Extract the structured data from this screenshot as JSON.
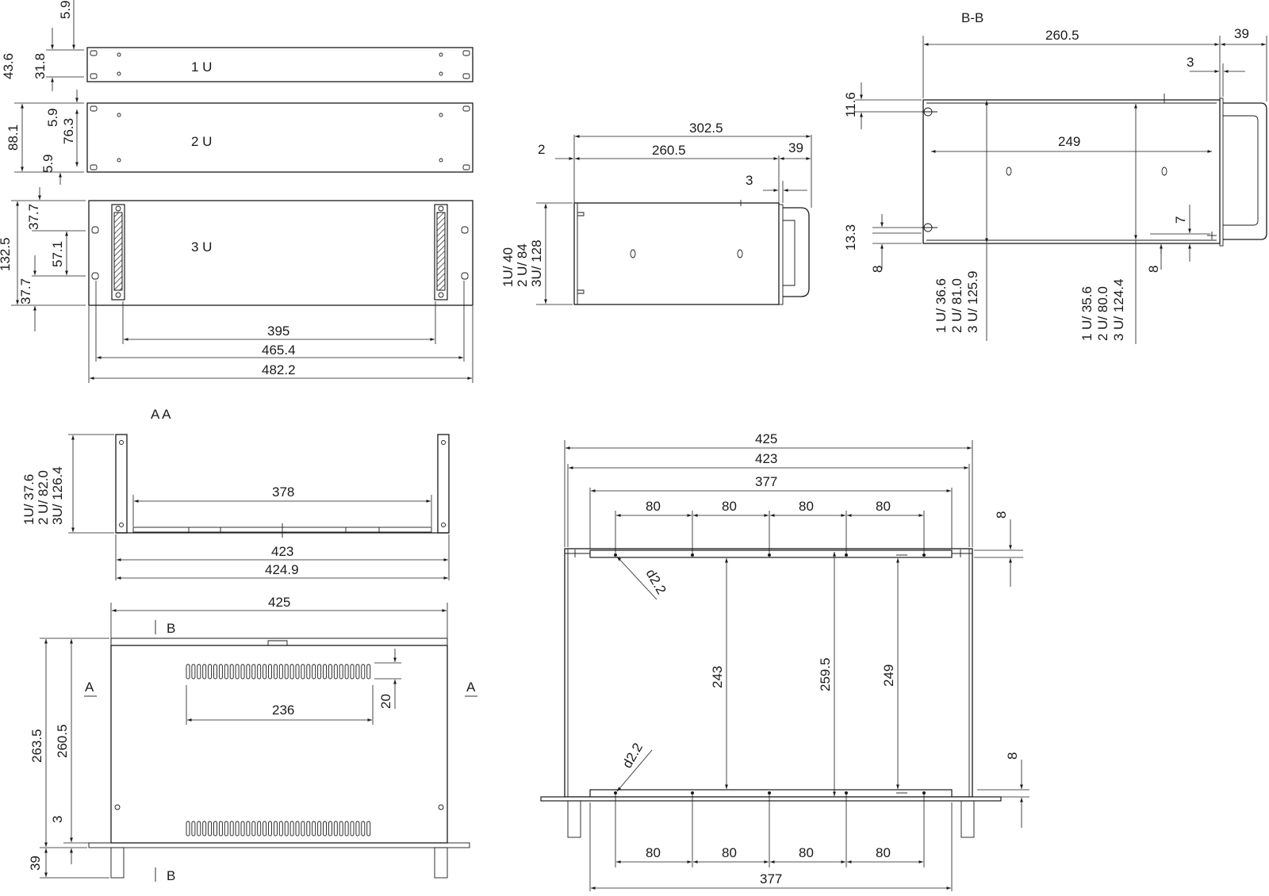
{
  "front_views": {
    "label_1u": "1 U",
    "label_2u": "2 U",
    "label_3u": "3 U",
    "dim_5_9_top": "5.9",
    "dim_43_6": "43.6",
    "dim_31_8": "31.8",
    "dim_88_1": "88.1",
    "dim_5_9_a": "5.9",
    "dim_76_3": "76.3",
    "dim_5_9_b": "5.9",
    "dim_132_5": "132.5",
    "dim_37_7_a": "37.7",
    "dim_57_1": "57.1",
    "dim_37_7_b": "37.7",
    "dim_395": "395",
    "dim_465_4": "465.4",
    "dim_482_2": "482.2"
  },
  "side_view": {
    "dim_302_5": "302.5",
    "dim_260_5": "260.5",
    "dim_39": "39",
    "dim_2": "2",
    "dim_3": "3",
    "height_1u": "1U/ 40",
    "height_2u": "2 U/ 84",
    "height_3u": "3U/ 128"
  },
  "section_bb": {
    "title": "B-B",
    "dim_260_5": "260.5",
    "dim_39": "39",
    "dim_3": "3",
    "dim_11_6": "11.6",
    "dim_249": "249",
    "dim_13_3": "13.3",
    "dim_8_left": "8",
    "dim_8_right": "8",
    "dim_7": "7",
    "inner_left": [
      "1 U/  36.6",
      "2 U/  81.0",
      "3 U/  125.9"
    ],
    "inner_right": [
      "1 U/  35.6",
      "2 U/  80.0",
      "3 U/  124.4"
    ]
  },
  "section_aa": {
    "title": "A A",
    "dim_378": "378",
    "dim_423": "423",
    "dim_424_9": "424.9",
    "heights": [
      "1U/  37.6",
      "2 U/  82.0",
      "3U/  126.4"
    ]
  },
  "top_view": {
    "dim_425": "425",
    "marker_b_top": "B",
    "marker_b_bottom": "B",
    "marker_a_left": "A",
    "marker_a_right": "A",
    "dim_263_5": "263.5",
    "dim_260_5": "260.5",
    "dim_3": "3",
    "dim_39": "39",
    "dim_236": "236",
    "dim_20": "20"
  },
  "bottom_view": {
    "dim_425": "425",
    "dim_423": "423",
    "dim_377_top": "377",
    "pitch_top": [
      "80",
      "80",
      "80",
      "80"
    ],
    "dim_8_top": "8",
    "hole_top": "d2.2",
    "dim_243": "243",
    "dim_259_5": "259.5",
    "dim_249": "249",
    "hole_bottom": "d2.2",
    "dim_8_bottom": "8",
    "pitch_bottom": [
      "80",
      "80",
      "80",
      "80"
    ],
    "dim_377_bottom": "377"
  }
}
